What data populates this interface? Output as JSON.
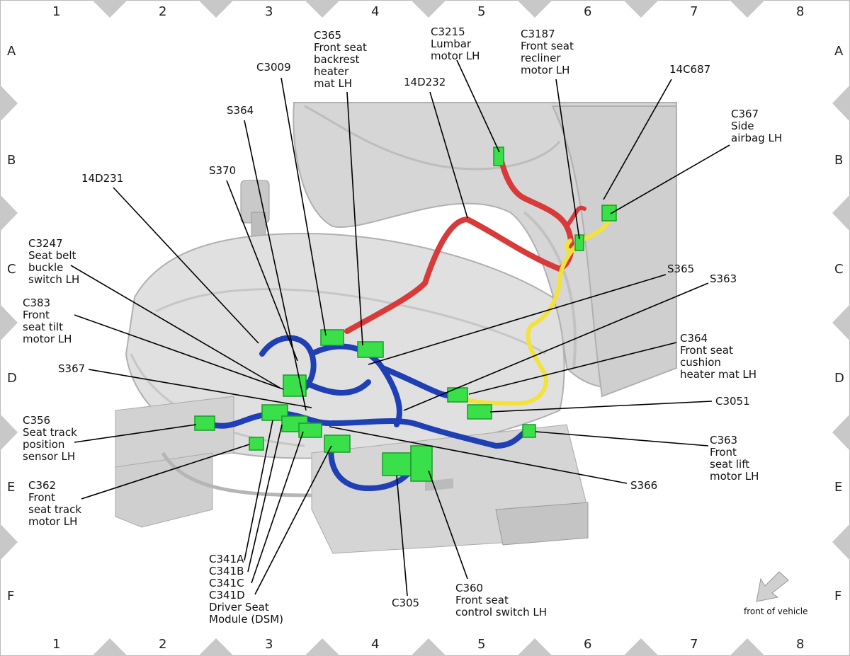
{
  "grid": {
    "columns": [
      "1",
      "2",
      "3",
      "4",
      "5",
      "6",
      "7",
      "8"
    ],
    "rows": [
      "A",
      "B",
      "C",
      "D",
      "E",
      "F"
    ]
  },
  "labels": {
    "c365": [
      "C365",
      "Front seat",
      "backrest",
      "heater",
      "mat LH"
    ],
    "c3215": [
      "C3215",
      "Lumbar",
      "motor LH"
    ],
    "c3187": [
      "C3187",
      "Front seat",
      "recliner",
      "motor LH"
    ],
    "c14c687": [
      "14C687"
    ],
    "c3009": [
      "C3009"
    ],
    "c14d232": [
      "14D232"
    ],
    "c367": [
      "C367",
      "Side",
      "airbag LH"
    ],
    "s364": [
      "S364"
    ],
    "s370": [
      "S370"
    ],
    "c14d231": [
      "14D231"
    ],
    "c3247": [
      "C3247",
      "Seat belt",
      "buckle",
      "switch LH"
    ],
    "s365": [
      "S365"
    ],
    "s363": [
      "S363"
    ],
    "c383": [
      "C383",
      "Front",
      "seat tilt",
      "motor LH"
    ],
    "c364": [
      "C364",
      "Front seat",
      "cushion",
      "heater mat LH"
    ],
    "s367": [
      "S367"
    ],
    "c3051": [
      "C3051"
    ],
    "c356": [
      "C356",
      "Seat track",
      "position",
      "sensor LH"
    ],
    "c363": [
      "C363",
      "Front",
      "seat lift",
      "motor LH"
    ],
    "c362": [
      "C362",
      "Front",
      "seat track",
      "motor LH"
    ],
    "s366": [
      "S366"
    ],
    "c341": [
      "C341A",
      "C341B",
      "C341C",
      "C341D",
      "Driver Seat",
      "Module (DSM)"
    ],
    "c305": [
      "C305"
    ],
    "c360": [
      "C360",
      "Front seat",
      "control switch LH"
    ]
  },
  "orientation": {
    "label": "front of vehicle",
    "arrow": "arrow-down-left-icon"
  },
  "colors": {
    "harness_blue": "#1f3fb5",
    "harness_red": "#d83a3a",
    "harness_yellow": "#f2e23a",
    "connector_green": "#39e04a",
    "seat_gray": "#d9d9d9"
  }
}
